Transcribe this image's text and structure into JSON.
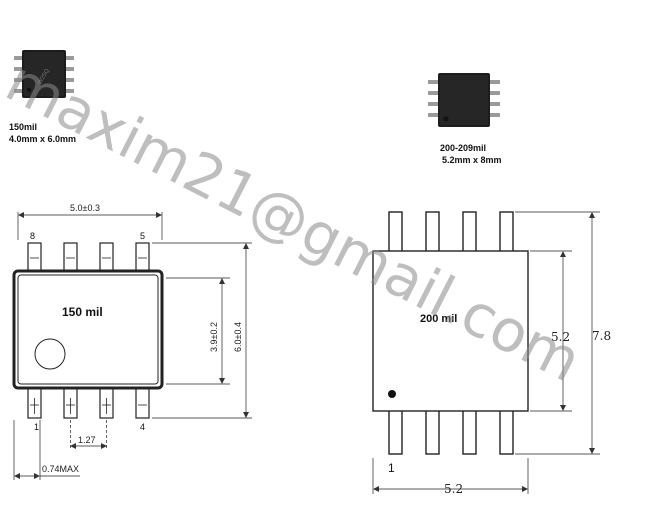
{
  "small_chip": {
    "caption_line1": "150mil",
    "caption_line2": "4.0mm x 6.0mm"
  },
  "large_chip": {
    "caption_line1": "200-209mil",
    "caption_line2": "5.2mm x 8mm"
  },
  "left_drawing": {
    "body_label": "150 mil",
    "top_width_dim": "5.0±0.3",
    "body_height_dim": "3.9±0.2",
    "total_height_dim": "6.0±0.4",
    "pin_pitch_dim": "1.27",
    "lead_thickness_dim": "0.74MAX",
    "pin_top_left": "8",
    "pin_top_right": "5",
    "pin_bottom_left": "1",
    "pin_bottom_right": "4"
  },
  "right_drawing": {
    "body_label": "200 mil",
    "body_height_dim": "5.2",
    "total_height_dim": "7.8",
    "bottom_width_dim": "5.2",
    "pin_one_label": "1"
  },
  "watermark": {
    "text": "maxim21@gmail.com",
    "color": "#8a8a8a"
  }
}
